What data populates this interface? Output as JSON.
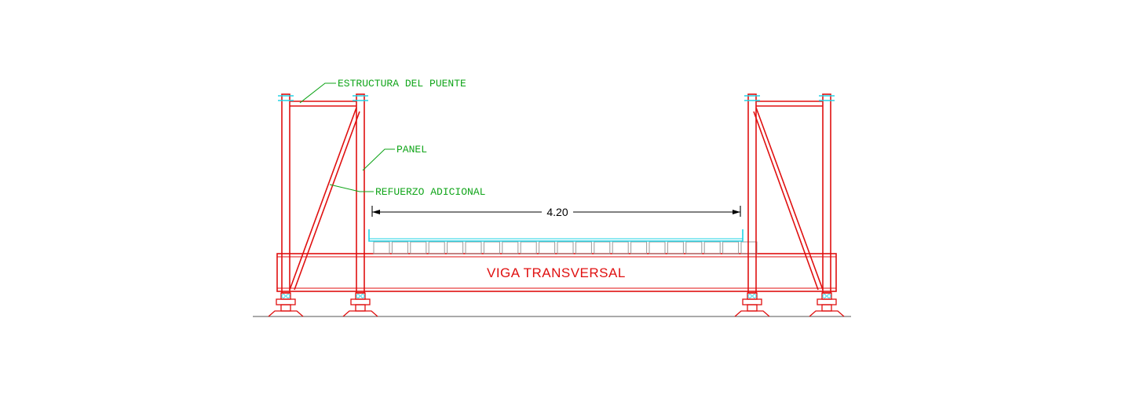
{
  "labels": {
    "bridge_structure": "ESTRUCTURA DEL PUENTE",
    "panel": "PANEL",
    "additional_reinforcement": "REFUERZO ADICIONAL",
    "transverse_beam": "VIGA TRANSVERSAL",
    "span_dimension": "4.20"
  },
  "colors": {
    "structure": "#e01010",
    "deck": "#22d3e6",
    "annotation": "#11a51a",
    "dimension": "#000000"
  }
}
